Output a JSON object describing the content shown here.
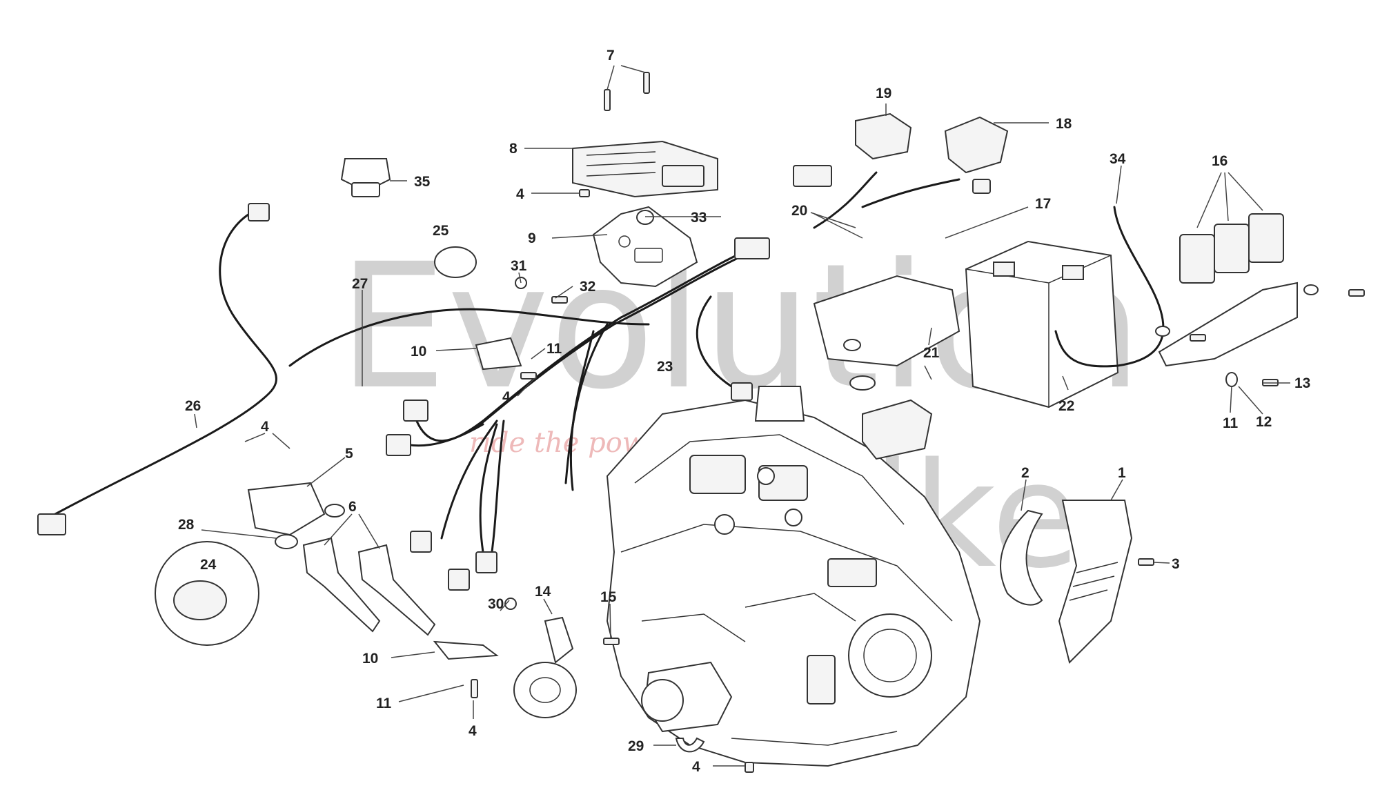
{
  "diagram": {
    "watermark": {
      "brand_line1": "Evolution",
      "brand_line2": "Bike",
      "slogan": "ride the power"
    },
    "callouts": [
      {
        "id": "c7",
        "label": "7"
      },
      {
        "id": "c19",
        "label": "19"
      },
      {
        "id": "c18",
        "label": "18"
      },
      {
        "id": "c8",
        "label": "8"
      },
      {
        "id": "c35",
        "label": "35"
      },
      {
        "id": "c34",
        "label": "34"
      },
      {
        "id": "c16",
        "label": "16"
      },
      {
        "id": "c4a",
        "label": "4"
      },
      {
        "id": "c33",
        "label": "33"
      },
      {
        "id": "c20",
        "label": "20"
      },
      {
        "id": "c17",
        "label": "17"
      },
      {
        "id": "c25",
        "label": "25"
      },
      {
        "id": "c9",
        "label": "9"
      },
      {
        "id": "c31",
        "label": "31"
      },
      {
        "id": "c27",
        "label": "27"
      },
      {
        "id": "c32",
        "label": "32"
      },
      {
        "id": "c10a",
        "label": "10"
      },
      {
        "id": "c11a",
        "label": "11"
      },
      {
        "id": "c23",
        "label": "23"
      },
      {
        "id": "c21",
        "label": "21"
      },
      {
        "id": "c4b",
        "label": "4"
      },
      {
        "id": "c13",
        "label": "13"
      },
      {
        "id": "c22",
        "label": "22"
      },
      {
        "id": "c11b",
        "label": "11"
      },
      {
        "id": "c12",
        "label": "12"
      },
      {
        "id": "c26",
        "label": "26"
      },
      {
        "id": "c4c",
        "label": "4"
      },
      {
        "id": "c5",
        "label": "5"
      },
      {
        "id": "c2",
        "label": "2"
      },
      {
        "id": "c1",
        "label": "1"
      },
      {
        "id": "c28",
        "label": "28"
      },
      {
        "id": "c6",
        "label": "6"
      },
      {
        "id": "c24",
        "label": "24"
      },
      {
        "id": "c3",
        "label": "3"
      },
      {
        "id": "c14",
        "label": "14"
      },
      {
        "id": "c15",
        "label": "15"
      },
      {
        "id": "c30",
        "label": "30"
      },
      {
        "id": "c10b",
        "label": "10"
      },
      {
        "id": "c11c",
        "label": "11"
      },
      {
        "id": "c4d",
        "label": "4"
      },
      {
        "id": "c29",
        "label": "29"
      },
      {
        "id": "c4e",
        "label": "4"
      }
    ]
  }
}
